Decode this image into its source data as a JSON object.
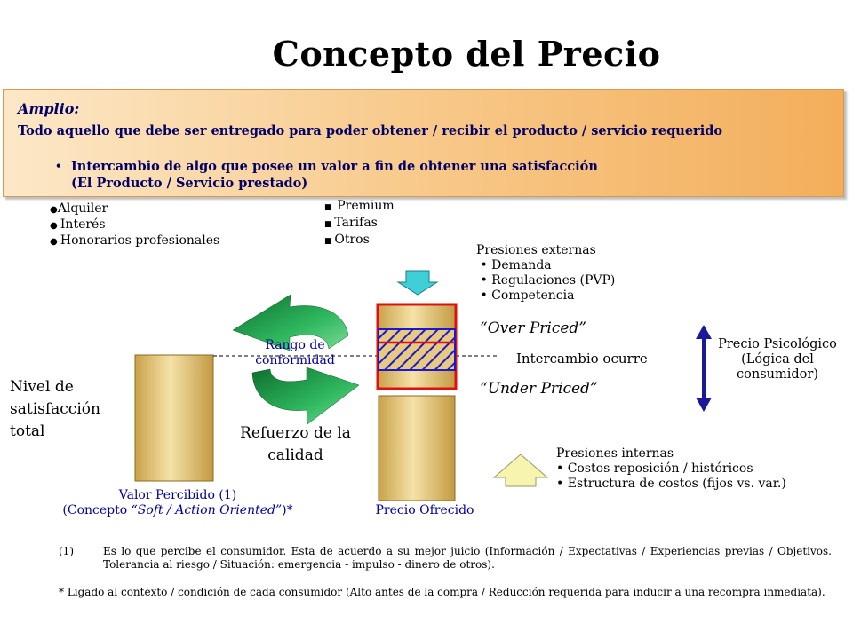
{
  "title": "Concepto del Precio",
  "definition": {
    "heading": "Amplio:",
    "text": "Todo aquello que debe ser entregado para poder obtener / recibir el producto / servicio requerido",
    "bullet_line1": "Intercambio de algo que posee un valor a fin de obtener una satisfacción",
    "bullet_line2": "(El Producto / Servicio prestado)"
  },
  "examples_left": [
    "Alquiler",
    "Interés",
    "Honorarios profesionales"
  ],
  "examples_right": [
    "Premium",
    "Tarifas",
    "Otros"
  ],
  "external_pressures": {
    "heading": "Presiones externas",
    "items": [
      "Demanda",
      "Regulaciones (PVP)",
      "Competencia"
    ]
  },
  "internal_pressures": {
    "heading": "Presiones internas",
    "items": [
      "Costos reposición / históricos",
      "Estructura de costos (fijos vs. var.)"
    ]
  },
  "labels": {
    "over_priced": "“Over Priced”",
    "under_priced": "“Under Priced”",
    "exchange": "Intercambio ocurre",
    "range_line1": "Rango de",
    "range_line2": "conformidad",
    "reinforce_line1": "Refuerzo de la",
    "reinforce_line2": "calidad",
    "satisfaction_line1": "Nivel de",
    "satisfaction_line2": "satisfacción",
    "satisfaction_line3": "total",
    "perceived_line1": "Valor Percibido (1)",
    "perceived_line2_pre": "(Concepto ",
    "perceived_line2_em": "“Soft / Action Oriented”",
    "perceived_line2_post": ")*",
    "offered": "Precio Ofrecido",
    "psych_line1": "Precio Psicológico",
    "psych_line2": "(Lógica del",
    "psych_line3": "consumidor)"
  },
  "footnotes": {
    "note1_marker": "(1)",
    "note1_text": "Es lo que percibe el consumidor. Esta de acuerdo a su mejor juicio (Información / Expectativas / Experiencias previas / Objetivos. Tolerancia al riesgo / Situación: emergencia - impulso - dinero de otros).",
    "note2_text": "* Ligado al contexto / condición de cada consumidor (Alto antes de la compra / Reducción requerida para inducir a una recompra inmediata)."
  },
  "colors": {
    "gold_bar": "#e7c97f",
    "red_border": "#dd1111",
    "hatch": "#1a1acc",
    "green_arrow": "#1f9a4a",
    "cyan_arrow": "#3fcfd6",
    "yellow_arrow": "#f7f4b0",
    "psych_arrow": "#1a1a99"
  }
}
